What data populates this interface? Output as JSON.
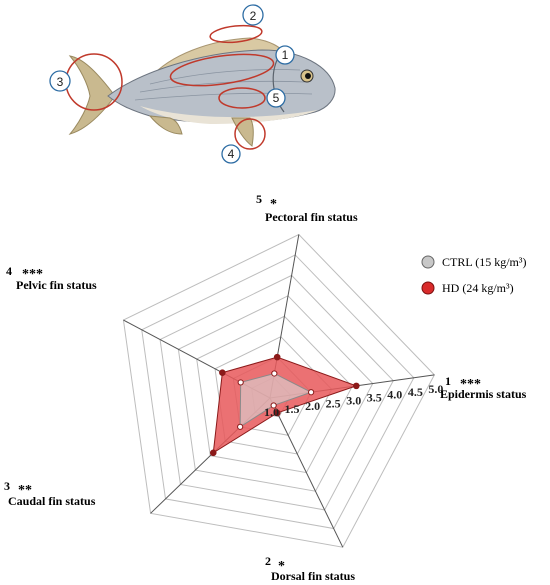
{
  "chart_data": {
    "type": "radar",
    "axes": [
      {
        "number": "1",
        "sig": "***",
        "label": "Epidermis status"
      },
      {
        "number": "2",
        "sig": "*",
        "label": "Dorsal fin status"
      },
      {
        "number": "3",
        "sig": "**",
        "label": "Caudal fin status"
      },
      {
        "number": "4",
        "sig": "***",
        "label": "Pelvic fin status"
      },
      {
        "number": "5",
        "sig": "*",
        "label": "Pectoral fin status"
      }
    ],
    "range": [
      1.0,
      5.0
    ],
    "ticks": [
      "1.0",
      "1.5",
      "2.0",
      "2.5",
      "3.0",
      "3.5",
      "4.0",
      "4.5",
      "5.0"
    ],
    "series": [
      {
        "name": "CTRL (15 kg/m³)",
        "color": "#c8c8c8",
        "values": [
          2.0,
          1.2,
          2.0,
          1.8,
          1.6
        ]
      },
      {
        "name": "HD (24 kg/m³)",
        "color": "#d92b2b",
        "values": [
          3.1,
          1.4,
          2.9,
          2.3,
          2.0
        ]
      }
    ]
  },
  "fish_callouts": [
    "1",
    "2",
    "3",
    "4",
    "5"
  ],
  "colors": {
    "grid": "#bdbdbd",
    "spoke": "#555555",
    "hd_fill": "#e8585a",
    "ctrl_fill": "#d9d9d9",
    "marker_dark": "#8b1a1a",
    "callout_ring": "#c0392b",
    "callout_circle": "#2e6da4"
  }
}
